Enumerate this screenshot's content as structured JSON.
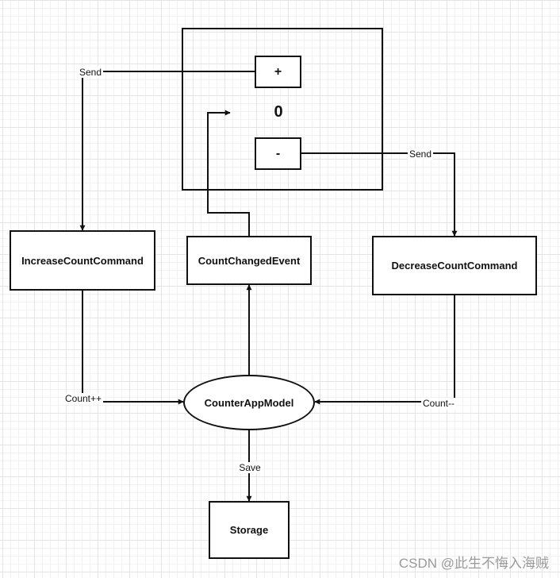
{
  "diagram": {
    "ui": {
      "plus_label": "+",
      "counter_value": "0",
      "minus_label": "-"
    },
    "nodes": {
      "increase": "IncreaseCountCommand",
      "changed": "CountChangedEvent",
      "decrease": "DecreaseCountCommand",
      "model": "CounterAppModel",
      "storage": "Storage"
    },
    "edge_labels": {
      "send_left": "Send",
      "send_right": "Send",
      "count_inc": "Count++",
      "count_dec": "Count--",
      "save": "Save"
    },
    "watermark": "CSDN @此生不悔入海贼"
  }
}
